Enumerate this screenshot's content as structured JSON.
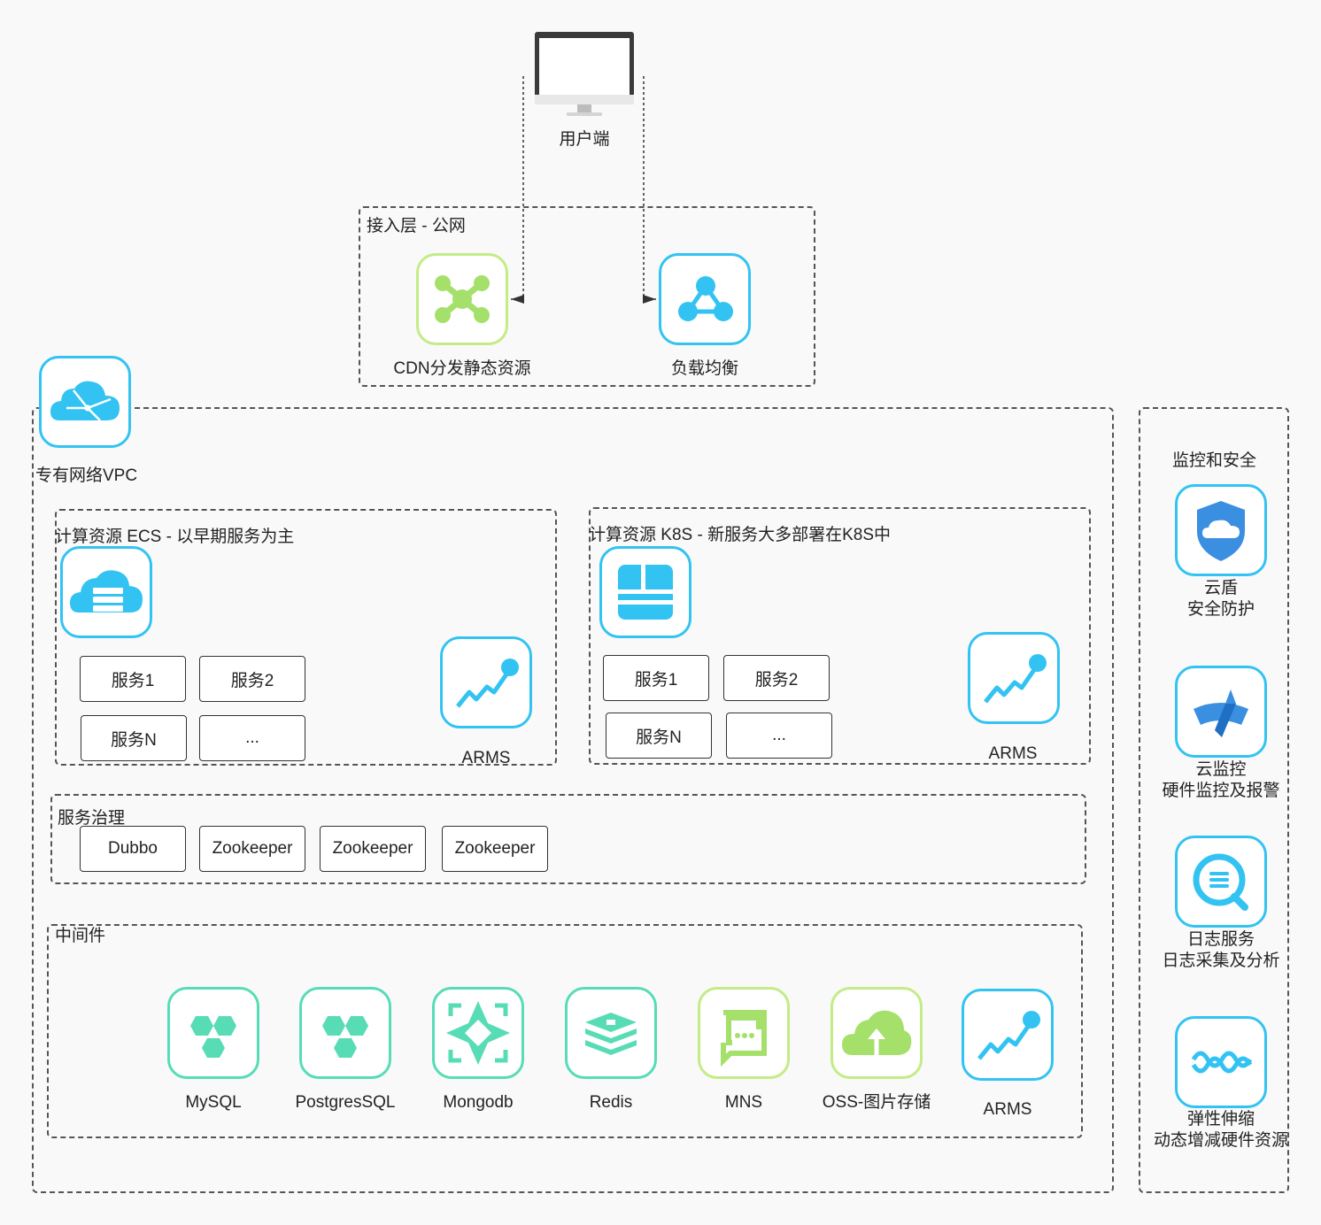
{
  "client": {
    "label": "用户端"
  },
  "access_layer": {
    "title": "接入层 - 公网",
    "cdn_label": "CDN分发静态资源",
    "slb_label": "负载均衡"
  },
  "vpc": {
    "label": "专有网络VPC"
  },
  "ecs_group": {
    "title": "计算资源 ECS - 以早期服务为主",
    "services": [
      "服务1",
      "服务2",
      "服务N",
      "..."
    ],
    "arms_label": "ARMS"
  },
  "k8s_group": {
    "title": "计算资源 K8S - 新服务大多部署在K8S中",
    "services": [
      "服务1",
      "服务2",
      "服务N",
      "..."
    ],
    "arms_label": "ARMS"
  },
  "governance": {
    "title": "服务治理",
    "items": [
      "Dubbo",
      "Zookeeper",
      "Zookeeper",
      "Zookeeper"
    ]
  },
  "middleware": {
    "title": "中间件",
    "items": [
      {
        "label": "MySQL",
        "icon": "mysql-icon"
      },
      {
        "label": "PostgresSQL",
        "icon": "postgresql-icon"
      },
      {
        "label": "Mongodb",
        "icon": "mongodb-icon"
      },
      {
        "label": "Redis",
        "icon": "redis-icon"
      },
      {
        "label": "MNS",
        "icon": "mns-icon"
      },
      {
        "label": "OSS-图片存储",
        "icon": "oss-icon"
      },
      {
        "label": "ARMS",
        "icon": "arms-icon"
      }
    ]
  },
  "monitoring": {
    "title": "监控和安全",
    "items": [
      {
        "line1": "云盾",
        "line2": "安全防护",
        "icon": "cloud-shield-icon"
      },
      {
        "line1": "云监控",
        "line2": "硬件监控及报警",
        "icon": "cloud-monitor-icon"
      },
      {
        "line1": "日志服务",
        "line2": "日志采集及分析",
        "icon": "log-service-icon"
      },
      {
        "line1": "弹性伸缩",
        "line2": "动态增减硬件资源",
        "icon": "auto-scaling-icon"
      }
    ]
  },
  "colors": {
    "blue": "#33c3f2",
    "green": "#c3ec86",
    "teal": "#57dcb6",
    "border": "#555555"
  }
}
